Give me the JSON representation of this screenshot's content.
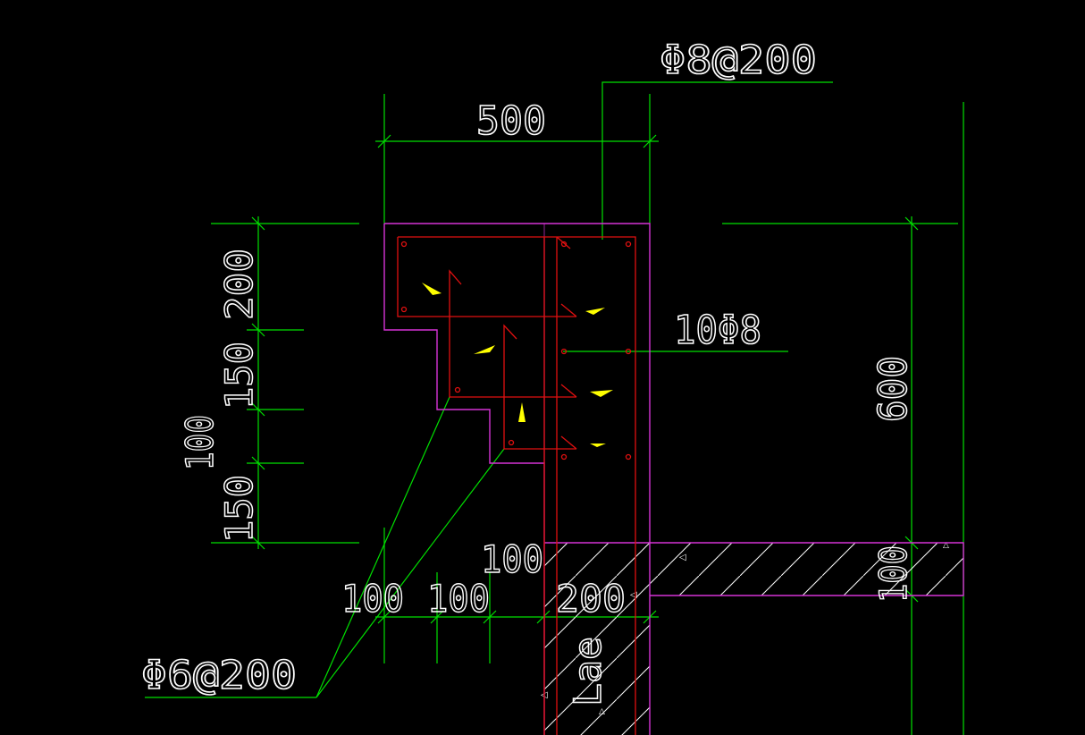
{
  "drawing": {
    "colors": {
      "background": "#000000",
      "dimension_lines": "#00e000",
      "concrete_outline": "#d633d6",
      "rebar": "#e01010",
      "text": "#ffffff",
      "markers": "#ffff00"
    },
    "labels": {
      "top_rebar": "Φ8@200",
      "width_top": "500",
      "side_rebar": "10Φ8",
      "height_right": "600",
      "dim_200": "200",
      "dim_150_a": "150",
      "dim_100_left": "100",
      "dim_150_b": "150",
      "dim_100_mid": "100",
      "dim_100_b1": "100",
      "dim_100_b2": "100",
      "dim_200_b": "200",
      "slab_100": "100",
      "stirrup": "Φ6@200",
      "anchorage": "Lae"
    }
  }
}
